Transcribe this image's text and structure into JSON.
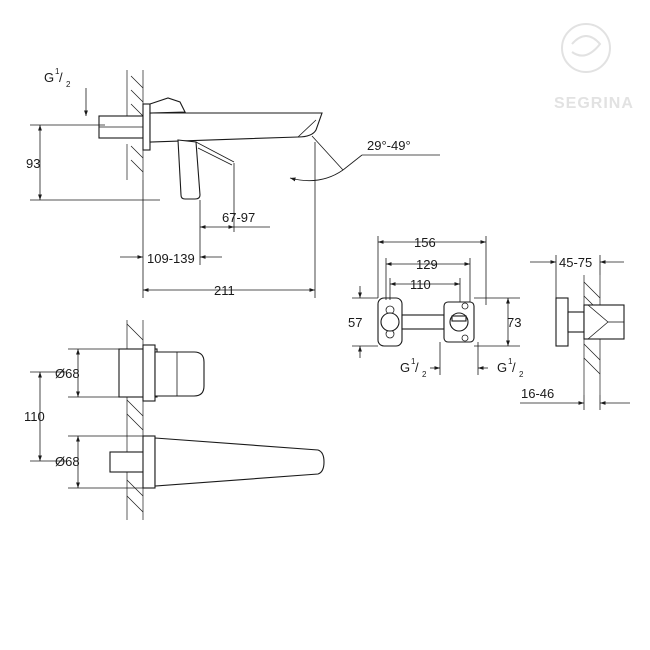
{
  "drawing": {
    "watermark": {
      "text": "SEGRINA"
    },
    "side_view": {
      "thread_main": "G",
      "thread_frac_num": "1",
      "thread_frac_den": "2",
      "dim_height": "93",
      "dim_spout_angle": "29°-49°",
      "dim_lever_reach": "67-97",
      "dim_depth": "109-139",
      "dim_spout_length": "211"
    },
    "front_view": {
      "dia_lever": "Ø68",
      "dia_spout": "Ø68",
      "dim_spacing": "110"
    },
    "rough_in": {
      "dim_width_total": "156",
      "dim_width_mid": "129",
      "dim_width_inner": "110",
      "dim_height_left": "57",
      "dim_height_right": "73",
      "thread_left_main": "G",
      "thread_left_num": "1",
      "thread_left_den": "2",
      "thread_right_main": "G",
      "thread_right_num": "1",
      "thread_right_den": "2"
    },
    "wall_section": {
      "dim_top": "45-75",
      "dim_bottom": "16-46"
    }
  }
}
